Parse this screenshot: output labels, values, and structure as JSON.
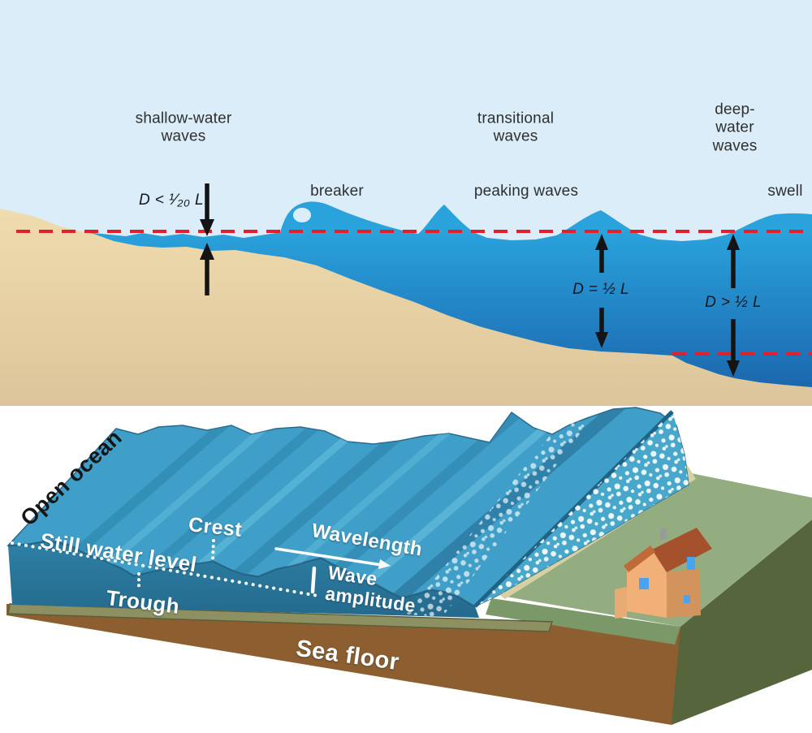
{
  "figure": {
    "title": "wave types and anatomy diagram"
  },
  "panel_top": {
    "labels": {
      "shallow_group": "shallow-water\nwaves",
      "transitional_group": "transitional\nwaves",
      "deep_group": "deep-water\nwaves",
      "breaker": "breaker",
      "peaking": "peaking waves",
      "swell": "swell",
      "depth_shallow": "D < ¹⁄₂₀ L",
      "depth_transitional": "D = ½ L",
      "depth_deep": "D > ½ L"
    },
    "colors": {
      "sky": "#daedf8",
      "sand_light": "#f0dcae",
      "sand_dark": "#dcc59a",
      "water_surface": "#2aa2dc",
      "water_deep": "#1a60a8",
      "still_water_dash": "#e0202a",
      "arrow": "#141414"
    }
  },
  "panel_bottom": {
    "labels": {
      "open_ocean": "Open ocean",
      "still_water_level": "Still water level",
      "crest": "Crest",
      "trough": "Trough",
      "wavelength": "Wavelength",
      "wave_amplitude": "Wave\namplitude",
      "sea_floor": "Sea floor"
    },
    "colors": {
      "surface": "#3f9fc8",
      "surface_ridge_dark": "#2d82aa",
      "surface_ridge_light": "#67c0de",
      "front_face": "#2f80a6",
      "front_face_deep": "#23698c",
      "sediment": "#8d9162",
      "sea_floor_face": "#8d5e2f",
      "land_top": "#93ad80",
      "land_front": "#7b9868",
      "land_side": "#57653c",
      "beach": "#d7d0a3",
      "house_wall": "#d2945c",
      "house_gable": "#f0b077",
      "roof": "#a5512b",
      "window": "#4aa3f0",
      "foam": "#ffffff"
    }
  }
}
